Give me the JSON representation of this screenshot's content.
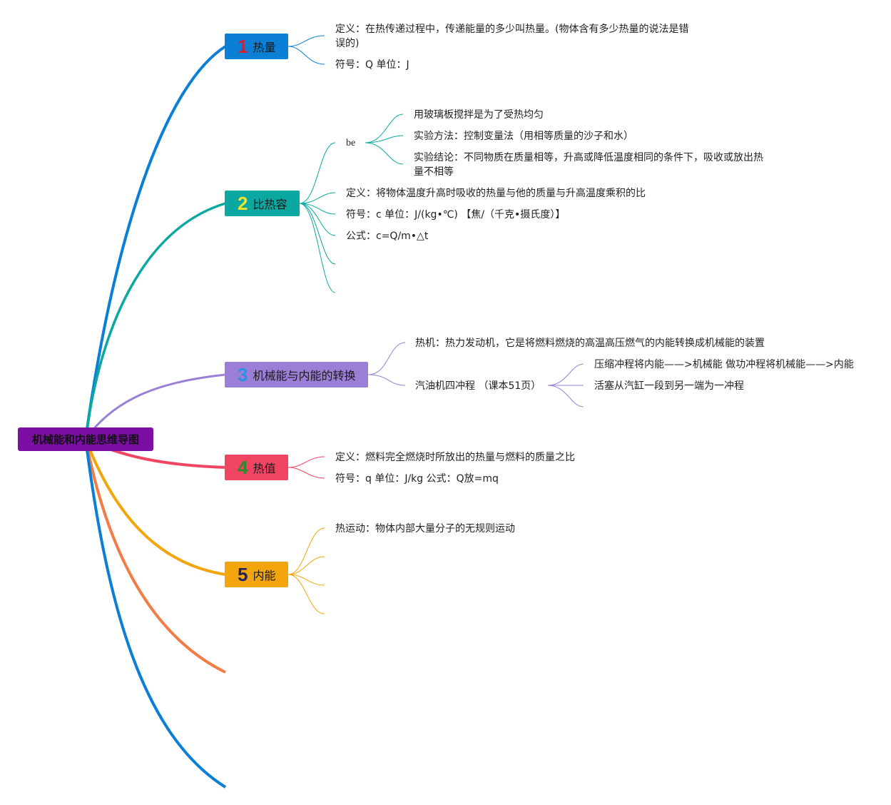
{
  "root": {
    "label": "机械能和内能思维导图",
    "color": "#7b0fa3"
  },
  "branches": [
    {
      "num": "1",
      "label": "热量",
      "color": "#0b7fd6",
      "num_color": "#d4202d",
      "leaves": [
        "定义：在热传递过程中，传递能量的多少叫热量。(物体含有多少热量的说法是错误的)",
        "符号：Q 单位：J"
      ]
    },
    {
      "num": "2",
      "label": "比热容",
      "color": "#0aa8a0",
      "num_color": "#f3e12e",
      "leaves": [
        "be",
        "定义：将物体温度升高时吸收的热量与他的质量与升高温度乘积的比",
        "符号：c 单位：J/(kg•℃) 【焦/（千克•摄氏度）】",
        "公式：c=Q/m•△t"
      ],
      "sub_leaves": [
        "用玻璃板搅拌是为了受热均匀",
        "实验方法：控制变量法（用相等质量的沙子和水）",
        "实验结论：不同物质在质量相等，升高或降低温度相同的条件下，吸收或放出热量不相等"
      ]
    },
    {
      "num": "3",
      "label": "机械能与内能的转换",
      "color": "#9b7fd6",
      "num_color": "#2e8fe6",
      "leaves": [
        "热机：热力发动机，它是将燃料燃烧的高温高压燃气的内能转换成机械能的装置",
        "汽油机四冲程 （课本51页）"
      ],
      "sub_leaves": [
        "压缩冲程将内能——>机械能 做功冲程将机械能——>内能",
        "活塞从汽缸一段到另一端为一冲程"
      ]
    },
    {
      "num": "4",
      "label": "热值",
      "color": "#f04562",
      "num_color": "#2b8a2b",
      "leaves": [
        "定义：燃料完全燃烧时所放出的热量与燃料的质量之比",
        "符号：q 单位：J/kg 公式：Q放=mq"
      ]
    },
    {
      "num": "5",
      "label": "内能",
      "color": "#f2a50c",
      "num_color": "#23235e",
      "leaves": [
        "热运动：物体内部大量分子的无规则运动"
      ]
    }
  ],
  "extra_branch_colors": [
    "#f37b45",
    "#0b7fd6"
  ]
}
